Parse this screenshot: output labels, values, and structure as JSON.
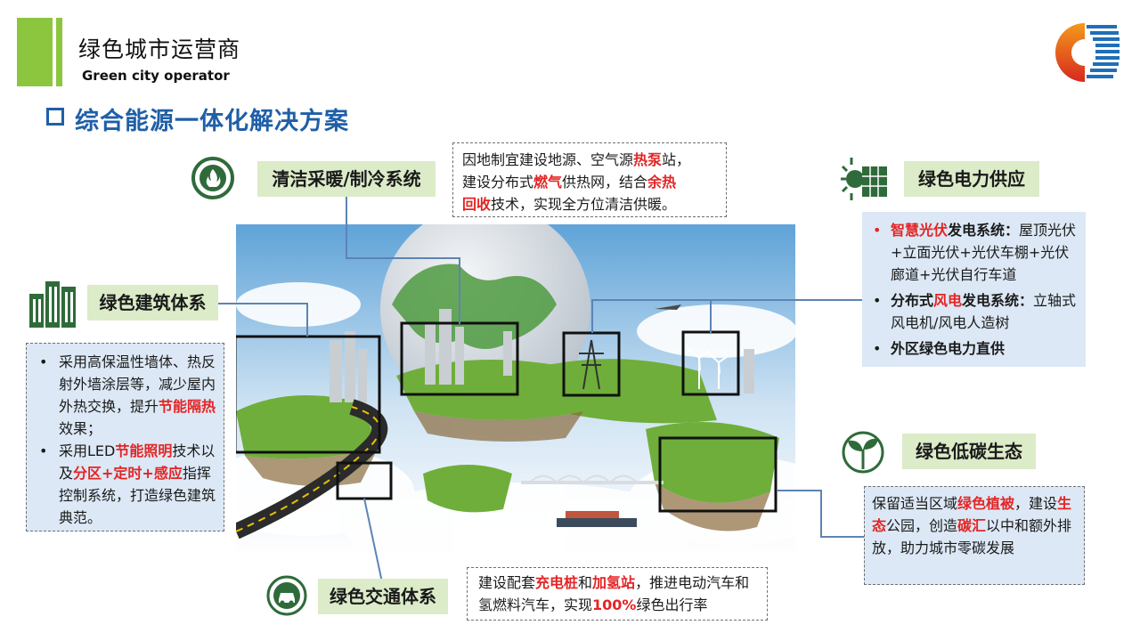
{
  "header": {
    "title_cn": "绿色城市运营商",
    "title_en": "Green city operator"
  },
  "section": {
    "title": "综合能源一体化解决方案"
  },
  "heating": {
    "label": "清洁采暖/制冷系统",
    "icon": "flame-icon",
    "desc": [
      "因地制宜建设地源、空气源",
      "热泵",
      "站，",
      "建设分布式",
      "燃气",
      "供热网，结合",
      "余热",
      "回收",
      "技术，实现全方位清洁供暖。"
    ]
  },
  "building": {
    "label": "绿色建筑体系",
    "icon": "buildings-icon",
    "items": [
      [
        "采用高保温性墙体、热反射外墙涂层等，减少屋内外热交换，提升",
        "节能隔热",
        "效果；"
      ],
      [
        "采用LED",
        "节能照明",
        "技术以及",
        "分区+定时+感应",
        "指挥控制系统，打造绿色建筑典范。"
      ]
    ]
  },
  "power": {
    "label": "绿色电力供应",
    "icon": "solar-panel-icon",
    "items": [
      [
        "智慧光伏",
        "发电系统：",
        "屋顶光伏+立面光伏+光伏车棚+光伏廊道+光伏自行车道"
      ],
      [
        "分布式",
        "风电",
        "发电系统：",
        "立轴式风电机/风电人造树"
      ],
      [
        "外区绿色电力直供"
      ]
    ]
  },
  "eco": {
    "label": "绿色低碳生态",
    "icon": "sprout-icon",
    "desc": [
      "保留适当区域",
      "绿色植被",
      "，建设",
      "生态",
      "公园，创造",
      "碳汇",
      "以中和额外排放，助力城市零碳发展"
    ]
  },
  "traffic": {
    "label": "绿色交通体系",
    "icon": "car-charging-icon",
    "desc": [
      "建设配套",
      "充电桩",
      "和",
      "加氢站",
      "，推进电动汽车和氢燃料汽车，实现",
      "100%",
      "绿色出行率"
    ]
  },
  "colors": {
    "green_accent": "#8cc63f",
    "label_bg": "#dcebc8",
    "blue_title": "#1f5fa7",
    "highlight_red": "#e32525",
    "box_blue_bg": "#dce8f5",
    "icon_green": "#2f6b3a"
  }
}
